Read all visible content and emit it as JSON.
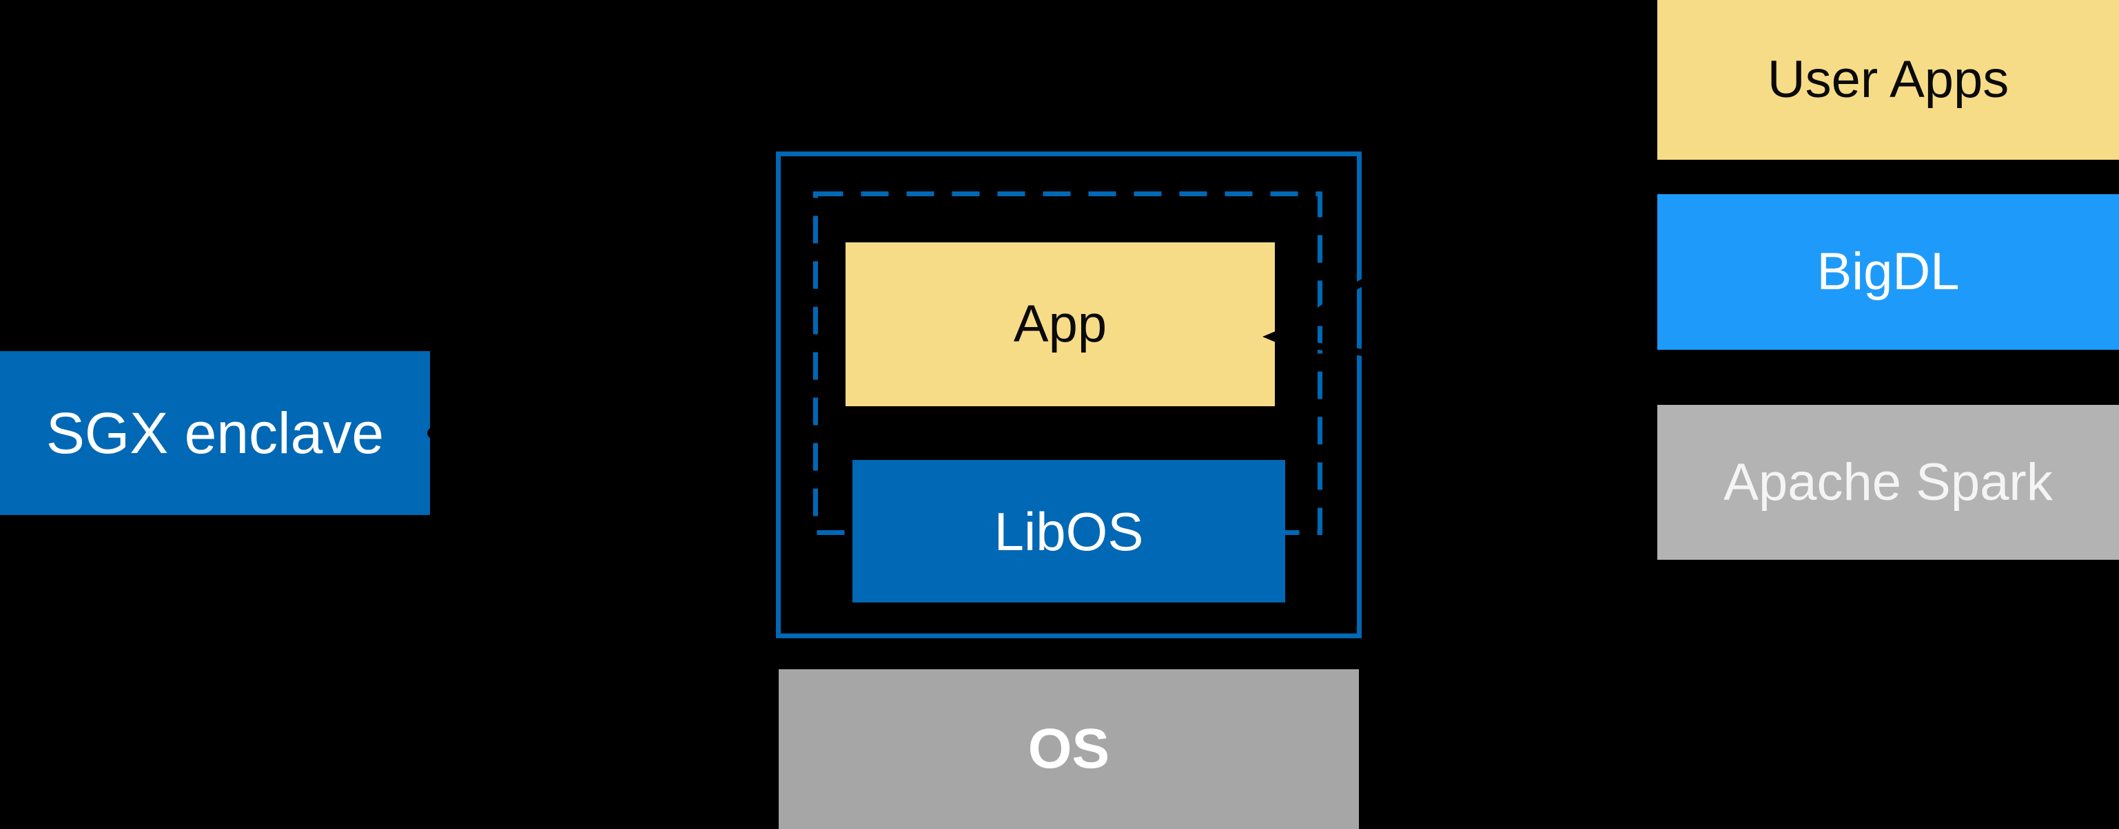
{
  "colors": {
    "background": "#000000",
    "intel_blue": "#0068B4",
    "bright_blue": "#1E9BFA",
    "soft_yellow": "#F7DC87",
    "spark_gray": "#B3B3B3",
    "os_gray": "#A6A6A6",
    "label_white": "#FFFFFF",
    "label_black": "#0A0A0A",
    "spark_text": "#F4F4F4",
    "connector_black": "#000000"
  },
  "diagram": {
    "sgx_label": "SGX enclave",
    "enclave": {
      "app_label": "App",
      "libos_label": "LibOS"
    },
    "os_label": "OS",
    "right_stack": [
      {
        "label": "User Apps"
      },
      {
        "label": "BigDL"
      },
      {
        "label": "Apache Spark"
      }
    ]
  }
}
